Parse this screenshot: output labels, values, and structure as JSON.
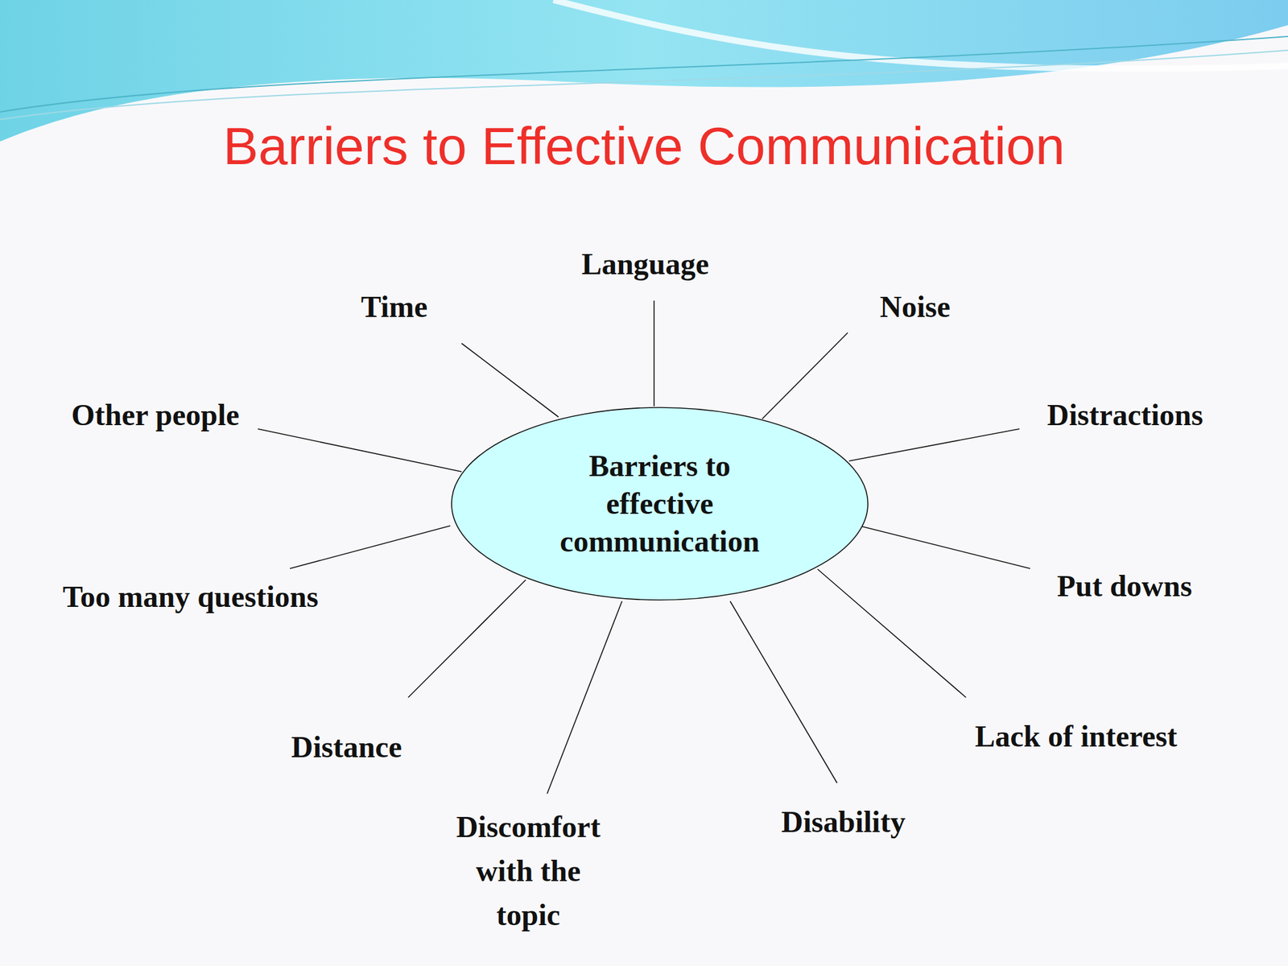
{
  "diagram": {
    "title": "Barriers to Effective Communication",
    "nodes": [
      {
        "text": [
          "Barriers to effective communication"
        ]
      }
    ],
    "labels": [
      "Language",
      "Time",
      "Noise",
      "Other people",
      "Distractions",
      "Too many questions",
      "Put downs",
      "Distance",
      "Lack of interest",
      "Discomfort with the topic",
      "Disability"
    ]
  }
}
